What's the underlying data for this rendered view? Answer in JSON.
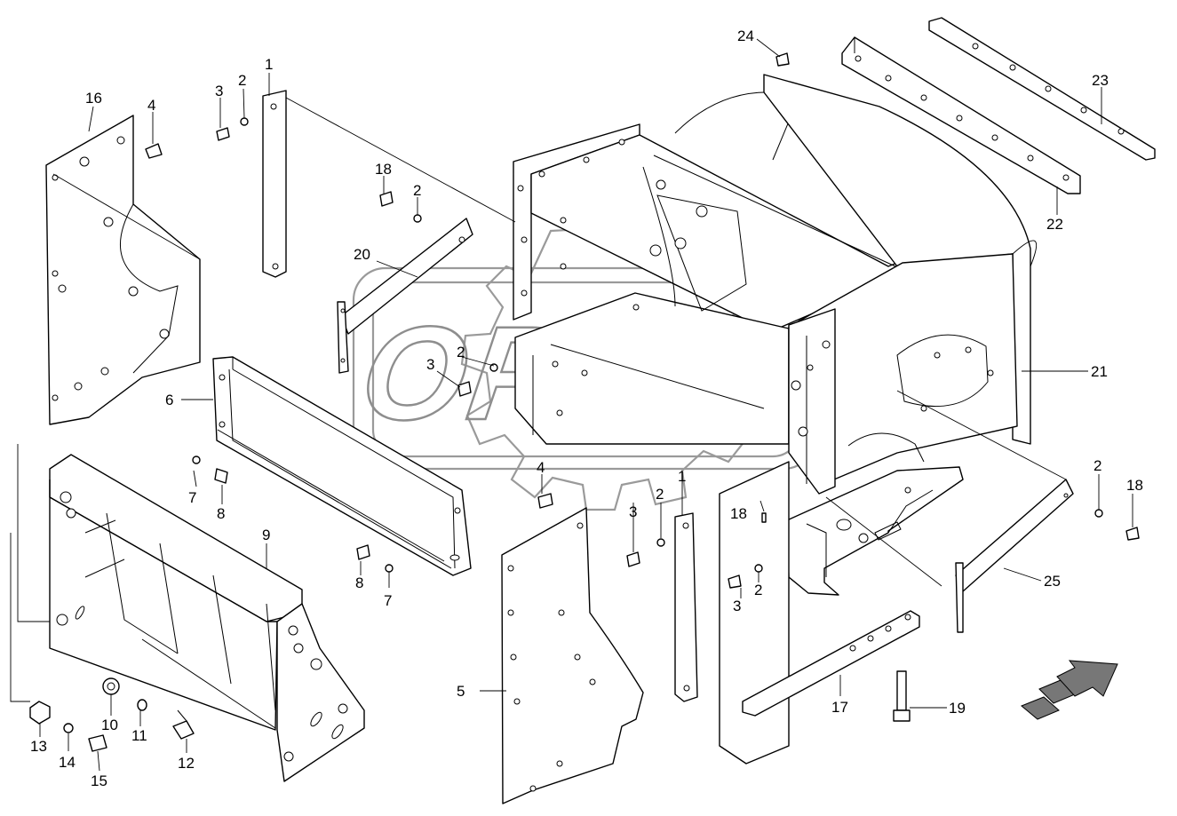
{
  "watermark": {
    "brand_text": "OPEX"
  },
  "callouts": [
    {
      "id": "c1a",
      "text": "1"
    },
    {
      "id": "c1b",
      "text": "1"
    },
    {
      "id": "c2a",
      "text": "2"
    },
    {
      "id": "c2b",
      "text": "2"
    },
    {
      "id": "c2c",
      "text": "2"
    },
    {
      "id": "c2d",
      "text": "2"
    },
    {
      "id": "c2e",
      "text": "2"
    },
    {
      "id": "c2f",
      "text": "2"
    },
    {
      "id": "c3a",
      "text": "3"
    },
    {
      "id": "c3b",
      "text": "3"
    },
    {
      "id": "c3c",
      "text": "3"
    },
    {
      "id": "c3d",
      "text": "3"
    },
    {
      "id": "c4a",
      "text": "4"
    },
    {
      "id": "c4b",
      "text": "4"
    },
    {
      "id": "c5",
      "text": "5"
    },
    {
      "id": "c6",
      "text": "6"
    },
    {
      "id": "c7a",
      "text": "7"
    },
    {
      "id": "c7b",
      "text": "7"
    },
    {
      "id": "c8a",
      "text": "8"
    },
    {
      "id": "c8b",
      "text": "8"
    },
    {
      "id": "c9",
      "text": "9"
    },
    {
      "id": "c10",
      "text": "10"
    },
    {
      "id": "c11",
      "text": "11"
    },
    {
      "id": "c12",
      "text": "12"
    },
    {
      "id": "c13",
      "text": "13"
    },
    {
      "id": "c14",
      "text": "14"
    },
    {
      "id": "c15",
      "text": "15"
    },
    {
      "id": "c16",
      "text": "16"
    },
    {
      "id": "c17",
      "text": "17"
    },
    {
      "id": "c18a",
      "text": "18"
    },
    {
      "id": "c18b",
      "text": "18"
    },
    {
      "id": "c18c",
      "text": "18"
    },
    {
      "id": "c19",
      "text": "19"
    },
    {
      "id": "c20",
      "text": "20"
    },
    {
      "id": "c21",
      "text": "21"
    },
    {
      "id": "c22",
      "text": "22"
    },
    {
      "id": "c23",
      "text": "23"
    },
    {
      "id": "c24",
      "text": "24"
    },
    {
      "id": "c25",
      "text": "25"
    }
  ],
  "colors": {
    "line": "#000000",
    "watermark": "#9a9a9a",
    "background": "#ffffff"
  },
  "icons": {
    "direction_arrow": "forward-direction-arrow-icon"
  }
}
